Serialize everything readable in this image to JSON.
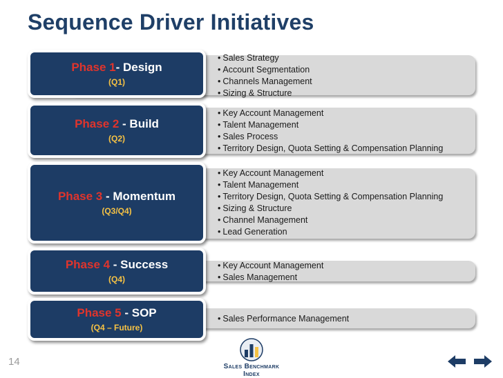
{
  "slide": {
    "title": "Sequence Driver Initiatives",
    "page_number": "14",
    "logo_text": "Sales Benchmark Index"
  },
  "phases": [
    {
      "label": "Phase 1",
      "name": "- Design",
      "period": "(Q1)",
      "bullets": [
        "Sales Strategy",
        "Account Segmentation",
        "Channels Management",
        "Sizing & Structure"
      ]
    },
    {
      "label": "Phase 2",
      "name": " - Build",
      "period": "(Q2)",
      "bullets": [
        "Key Account Management",
        "Talent Management",
        "Sales Process",
        "Territory Design, Quota Setting & Compensation Planning"
      ]
    },
    {
      "label": "Phase 3",
      "name": " - Momentum",
      "period": "(Q3/Q4)",
      "bullets": [
        "Key Account Management",
        "Talent Management",
        "Territory Design, Quota Setting & Compensation Planning",
        "Sizing & Structure",
        "Channel Management",
        "Lead Generation"
      ]
    },
    {
      "label": "Phase 4",
      "name": " - Success",
      "period": "(Q4)",
      "bullets": [
        "Key Account Management",
        "Sales  Management"
      ]
    },
    {
      "label": "Phase 5",
      "name": " - SOP",
      "period": "(Q4 – Future)",
      "bullets": [
        "Sales Performance Management"
      ]
    }
  ],
  "colors": {
    "title": "#1f3f67",
    "phase_box": "#1d3c65",
    "phase_label": "#e0342c",
    "period": "#f6c244",
    "bar": "#d9d9d9",
    "nav_arrows": "#1d3c65"
  },
  "icons": {
    "prev": "arrow-left-icon",
    "next": "arrow-right-icon",
    "logo": "bar-chart-logo-icon"
  }
}
